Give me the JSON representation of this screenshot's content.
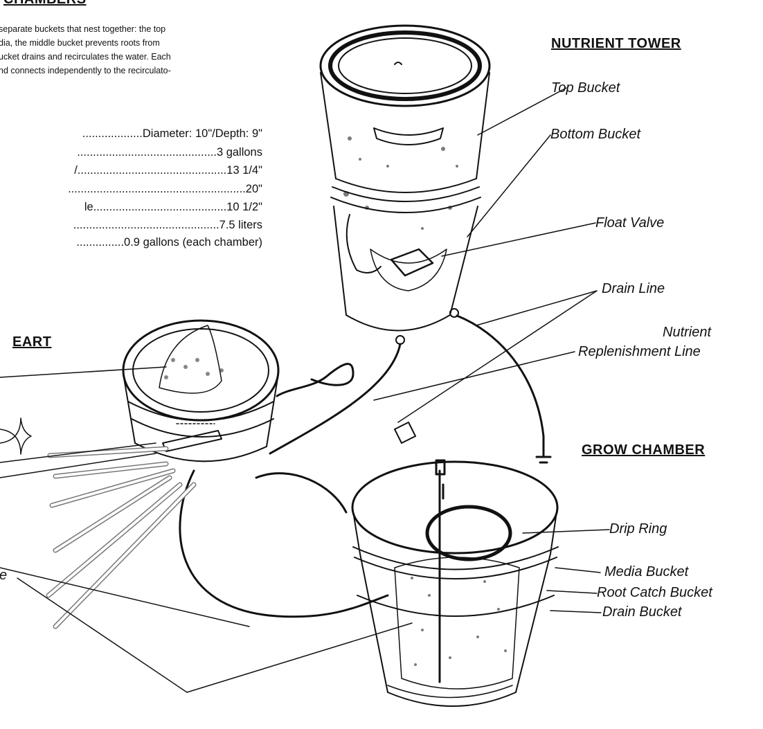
{
  "section": {
    "title": "CHAMBERS",
    "intro_lines": [
      "separate buckets that nest together: the top",
      "dia, the middle bucket prevents roots from",
      "ucket drains and recirculates the water.  Each",
      "nd connects independently to the recirculato-"
    ],
    "specs": [
      "...................Diameter: 10\"/Depth: 9\"",
      "............................................3 gallons",
      "/...............................................13 1/4\"",
      "........................................................20\"",
      "le..........................................10 1/2\"",
      "..............................................7.5 liters",
      "...............0.9 gallons (each chamber)"
    ]
  },
  "headers": {
    "nutrient_tower": "NUTRIENT TOWER",
    "heart": "EART",
    "grow_chamber": "GROW CHAMBER"
  },
  "labels": {
    "top_bucket": "Top Bucket",
    "bottom_bucket": "Bottom Bucket",
    "float_valve": "Float Valve",
    "drain_line": "Drain Line",
    "nutrient": "Nutrient",
    "replenishment_line": "Replenishment Line",
    "drip_ring": "Drip Ring",
    "media_bucket": "Media Bucket",
    "root_catch_bucket": "Root Catch Bucket",
    "drain_bucket": "Drain Bucket",
    "cut_e": "e"
  }
}
